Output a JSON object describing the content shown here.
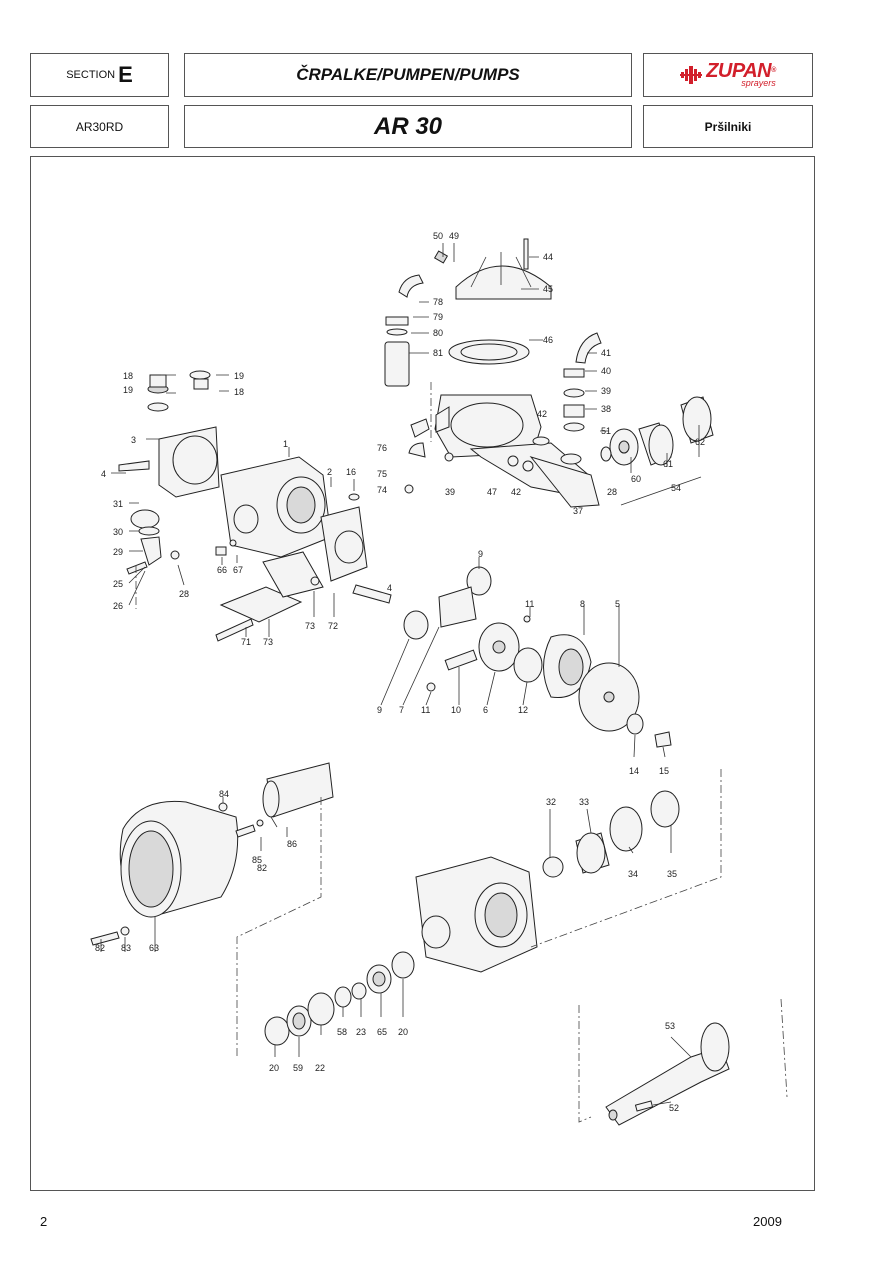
{
  "header": {
    "section_word": "SECTION",
    "section_letter": "E",
    "title": "ČRPALKE/PUMPEN/PUMPS",
    "logo_text": "ZUPAN",
    "logo_sub": "sprayers",
    "logo_reg": "®",
    "model_code": "AR30RD",
    "model_name": "AR 30",
    "category": "Pršilniki"
  },
  "diagram": {
    "labels": [
      "50",
      "49",
      "44",
      "45",
      "78",
      "79",
      "80",
      "81",
      "46",
      "41",
      "40",
      "39",
      "38",
      "51",
      "60",
      "61",
      "62",
      "54",
      "28",
      "37",
      "42",
      "47",
      "39",
      "42",
      "76",
      "75",
      "74",
      "18",
      "19",
      "19",
      "18",
      "3",
      "4",
      "1",
      "2",
      "16",
      "31",
      "30",
      "29",
      "25",
      "26",
      "28",
      "66",
      "67",
      "71",
      "73",
      "73",
      "72",
      "4",
      "9",
      "11",
      "8",
      "5",
      "9",
      "7",
      "11",
      "10",
      "6",
      "12",
      "14",
      "15",
      "84",
      "86",
      "85",
      "82",
      "82",
      "83",
      "63",
      "32",
      "33",
      "34",
      "35",
      "20",
      "59",
      "22",
      "58",
      "23",
      "65",
      "20",
      "53",
      "52"
    ]
  },
  "footer": {
    "page_number": "2",
    "year": "2009"
  }
}
